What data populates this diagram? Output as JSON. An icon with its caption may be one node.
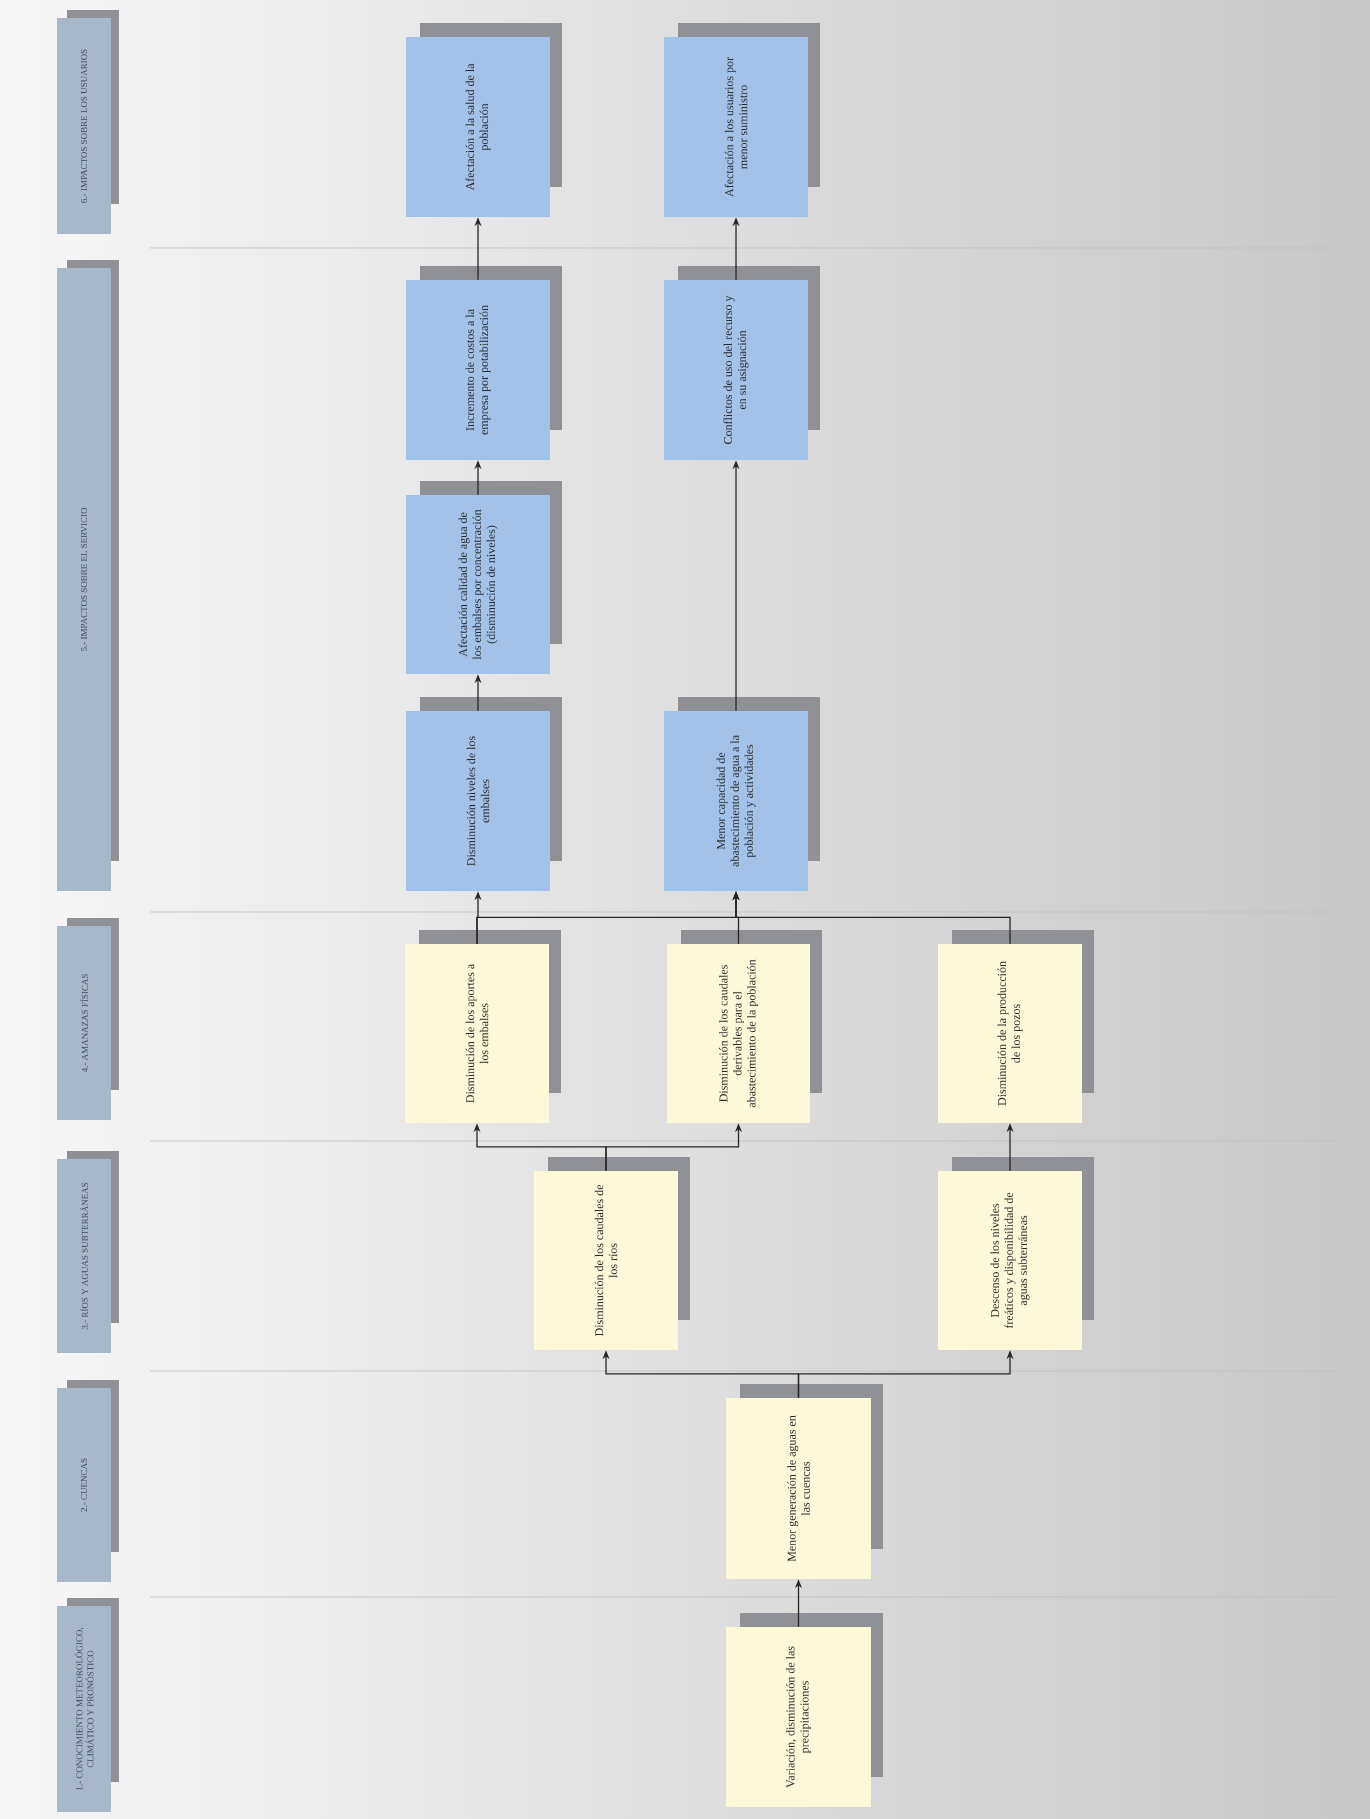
{
  "diagram": {
    "nodes": [
      {
        "text": [
          "6.- IMPACTOS SOBRE LOS USUARIOS"
        ]
      },
      {
        "text": [
          "5.- IMPACTOS SOBRE EL SERVICIO"
        ]
      },
      {
        "text": [
          "4.- AMANAZAS FÍSICAS"
        ]
      },
      {
        "text": [
          "3.- RÍOS Y AGUAS SUBTERRÁNEAS"
        ]
      },
      {
        "text": [
          "2.- CUENCAS"
        ]
      },
      {
        "text": [
          "1.- CONOCIMIENTO METEOROLÓGICO, CLIMÁTICO Y PRONÓSTICO"
        ]
      },
      {
        "text": [
          "Variación, disminución de las precipitaciones"
        ]
      },
      {
        "text": [
          "Menor generación de aguas en las cuencas"
        ]
      },
      {
        "text": [
          "Disminución de los caudales de los ríos"
        ]
      },
      {
        "text": [
          "Descenso de los niveles freáticos y disponibilidad de aguas subterráneas"
        ]
      },
      {
        "text": [
          "Disminución de los aportes a los embalses"
        ]
      },
      {
        "text": [
          "Disminución de los caudales derivables para el abastecimiento de la población"
        ]
      },
      {
        "text": [
          "Disminución de la producción de los pozos"
        ]
      },
      {
        "text": [
          "Disminución niveles de los embalses"
        ]
      },
      {
        "text": [
          "Menor capacidad de abastecimiento de agua a la población y actividades"
        ]
      },
      {
        "text": [
          "Afectación calidad de agua de los embalses por concentración (disminución de niveles)"
        ]
      },
      {
        "text": [
          "Incremento de costos a la empresa por potabilización"
        ]
      },
      {
        "text": [
          "Conflictos de uso del recurso y en su asignación"
        ]
      },
      {
        "text": [
          "Afectación a la salud de la población"
        ]
      },
      {
        "text": [
          "Afectación a los usuarios por menor suministro"
        ]
      }
    ],
    "edges": [
      {
        "from": 6,
        "to": 7,
        "arrow": "to"
      },
      {
        "from": 7,
        "to": 8,
        "arrow": "to"
      },
      {
        "from": 7,
        "to": 9,
        "arrow": "to"
      },
      {
        "from": 8,
        "to": 10,
        "arrow": "to"
      },
      {
        "from": 8,
        "to": 11,
        "arrow": "to"
      },
      {
        "from": 9,
        "to": 12,
        "arrow": "to"
      },
      {
        "from": 10,
        "to": 13,
        "arrow": "to"
      },
      {
        "from": 10,
        "to": 14,
        "arrow": "to"
      },
      {
        "from": 11,
        "to": 14,
        "arrow": "to"
      },
      {
        "from": 12,
        "to": 14,
        "arrow": "to"
      },
      {
        "from": 13,
        "to": 15,
        "arrow": "to"
      },
      {
        "from": 15,
        "to": 16,
        "arrow": "to"
      },
      {
        "from": 16,
        "to": 18,
        "arrow": "to"
      },
      {
        "from": 14,
        "to": 17,
        "arrow": "to"
      },
      {
        "from": 17,
        "to": 19,
        "arrow": "to"
      }
    ]
  }
}
